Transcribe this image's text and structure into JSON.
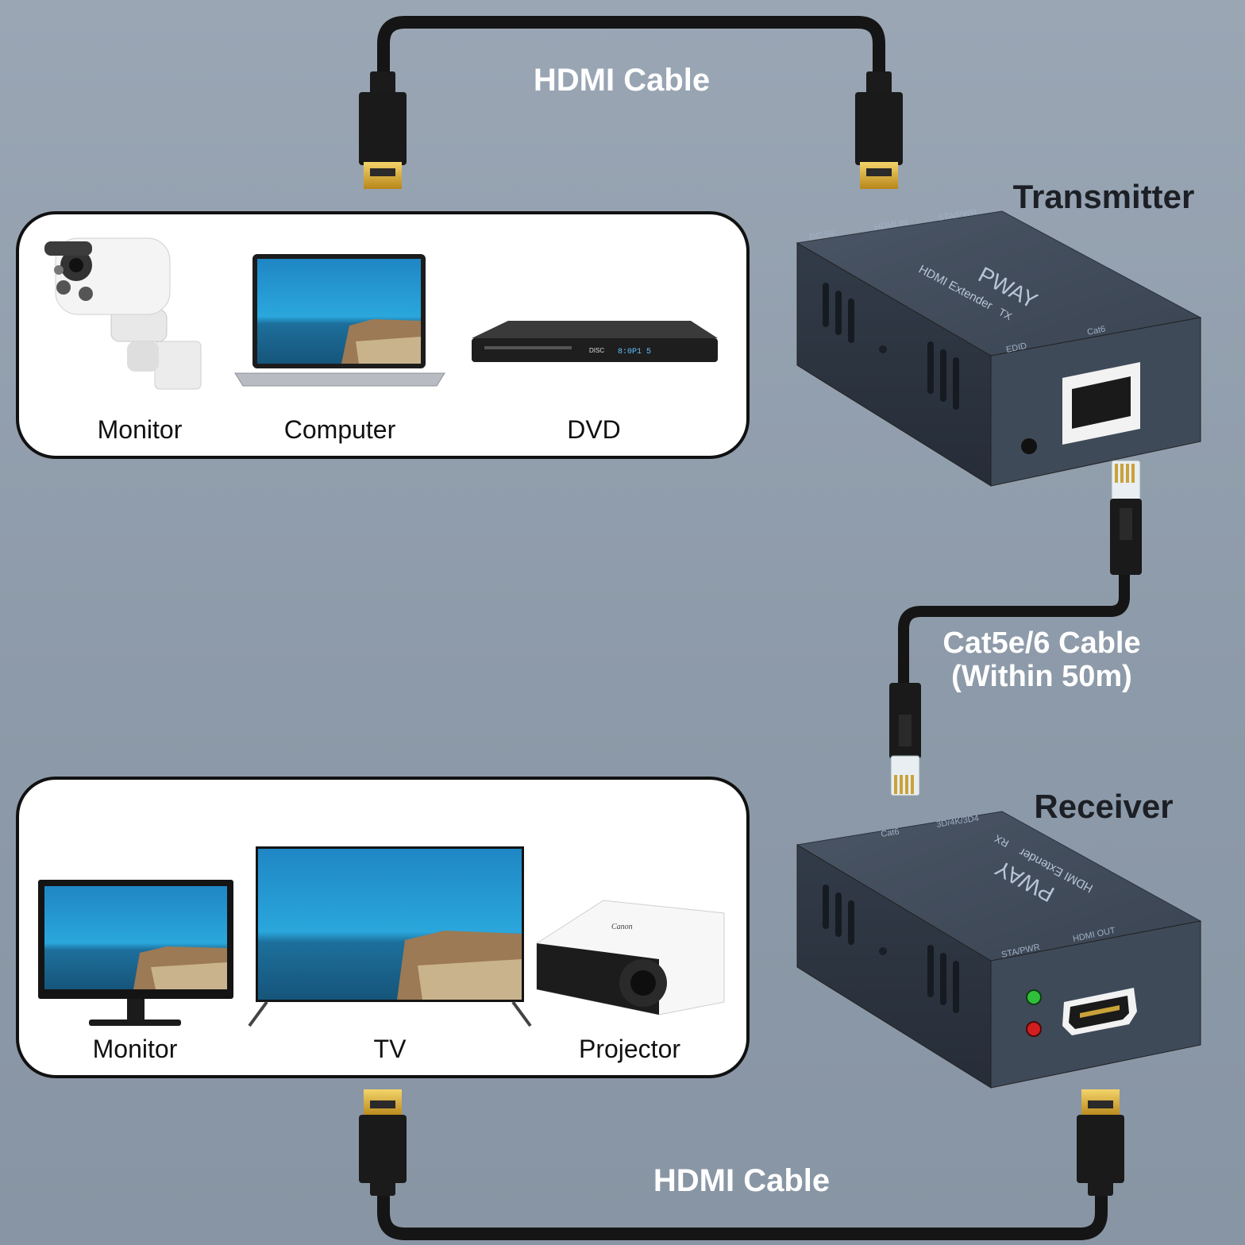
{
  "cables": {
    "top_hdmi": "HDMI Cable",
    "bottom_hdmi": "HDMI Cable",
    "cat_line1": "Cat5e/6 Cable",
    "cat_line2": "(Within 50m)"
  },
  "transmitter": {
    "title": "Transmitter",
    "brand": "PWAY",
    "model": "HDMI Extender",
    "badge": "TX",
    "port_dc": "DC 5V",
    "port_hdmi_in": "HDMI IN",
    "port_sta": "STA/PWR",
    "port_edid": "EDID",
    "port_cat6": "Cat6"
  },
  "receiver": {
    "title": "Receiver",
    "brand": "PWAY",
    "model": "HDMI Extender",
    "badge": "RX",
    "port_cat6": "Cat6",
    "port_sta": "STA/PWR",
    "port_hdmi_out": "HDMI OUT",
    "port_3d": "3D/4K/3D4"
  },
  "sources": {
    "items": [
      "Monitor",
      "Computer",
      "DVD"
    ],
    "dvd_display": "8:0P1 5",
    "dvd_brand": "DISC"
  },
  "displays": {
    "items": [
      "Monitor",
      "TV",
      "Projector"
    ],
    "projector_brand": "Canon"
  },
  "colors": {
    "background": "#929fae",
    "device_body": "#3a4452",
    "cable": "#151515",
    "connector_gold": "#d9a928",
    "led_green": "#2fbf3a",
    "led_red": "#d21e1e"
  }
}
